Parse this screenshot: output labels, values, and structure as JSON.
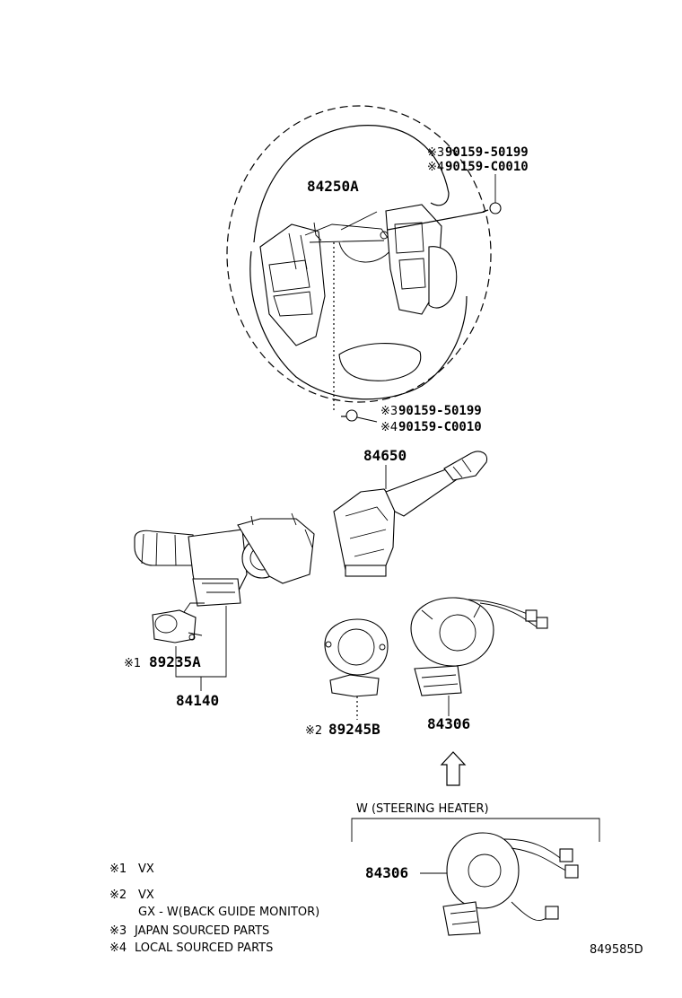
{
  "labels": {
    "wheel_pad": "84250A",
    "bolt_top_1_mark": "※3",
    "bolt_top_1": "90159-50199",
    "bolt_top_2_mark": "※4",
    "bolt_top_2": "90159-C0010",
    "bolt_bot_1_mark": "※3",
    "bolt_bot_1": "90159-50199",
    "bolt_bot_2_mark": "※4",
    "bolt_bot_2": "90159-C0010",
    "wiper_switch": "84650",
    "sensor_mark": "※1",
    "sensor": "89235A",
    "combo_switch": "84140",
    "angle_sensor_mark": "※2",
    "angle_sensor": "89245B",
    "spiral_cable": "84306",
    "heater_group": "W (STEERING HEATER)",
    "spiral_cable_heater": "84306",
    "diagram_code": "849585D"
  },
  "notes": [
    {
      "mark": "※1",
      "text": "VX"
    },
    {
      "mark": "※2",
      "text": "VX"
    },
    {
      "mark": "",
      "text": "GX - W(BACK GUIDE MONITOR)"
    },
    {
      "mark": "※3",
      "text": "JAPAN SOURCED PARTS"
    },
    {
      "mark": "※4",
      "text": "LOCAL SOURCED PARTS"
    }
  ]
}
